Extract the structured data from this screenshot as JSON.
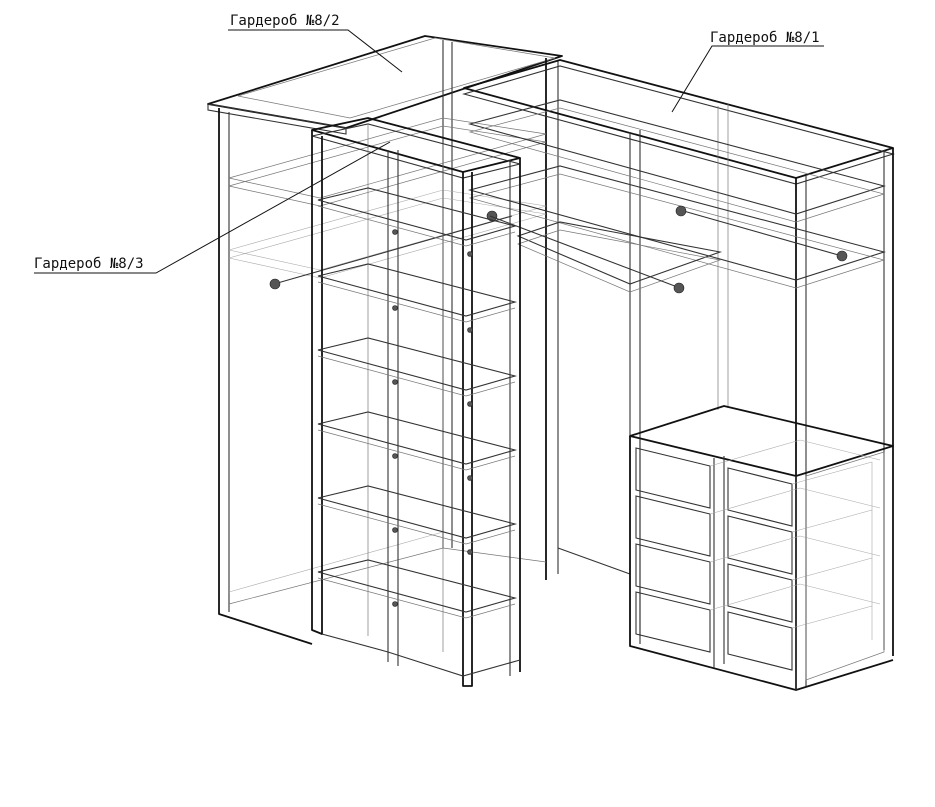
{
  "callouts": [
    {
      "id": "wardrobe-8-2",
      "text": "Гардероб №8/2"
    },
    {
      "id": "wardrobe-8-1",
      "text": "Гардероб №8/1"
    },
    {
      "id": "wardrobe-8-3",
      "text": "Гардероб №8/3"
    }
  ],
  "colors": {
    "line": "#111111",
    "hidden": "#999999",
    "background": "#ffffff"
  }
}
